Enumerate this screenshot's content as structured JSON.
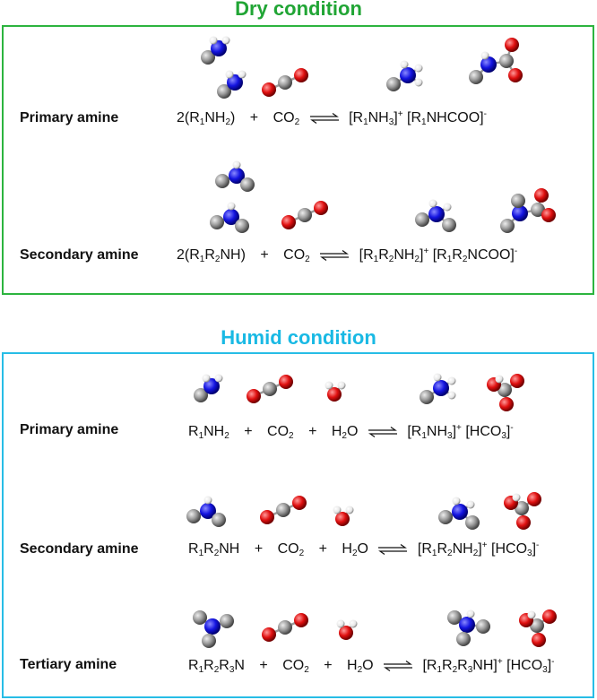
{
  "dry": {
    "title": "Dry condition",
    "primary": {
      "label": "Primary amine",
      "r_coef": "2(R",
      "r_s1": "1",
      "r_mid": "NH",
      "r_s2": "2",
      "r_end": ")",
      "plus1": "+",
      "co": "CO",
      "co_s": "2",
      "p1_a": "[R",
      "p1_s1": "1",
      "p1_b": "NH",
      "p1_s2": "3",
      "p1_c": "]",
      "p1_sup": "+",
      "p2_a": "[R",
      "p2_s1": "1",
      "p2_b": "NHCOO]",
      "p2_sup": "-"
    },
    "secondary": {
      "label": "Secondary amine",
      "r_a": "2(R",
      "r_s1": "1",
      "r_b": "R",
      "r_s2": "2",
      "r_c": "NH)",
      "plus1": "+",
      "co": "CO",
      "co_s": "2",
      "p1_a": "[R",
      "p1_s1": "1",
      "p1_b": "R",
      "p1_s2": "2",
      "p1_c": "NH",
      "p1_s3": "2",
      "p1_d": "]",
      "p1_sup": "+",
      "p2_a": "[R",
      "p2_s1": "1",
      "p2_b": "R",
      "p2_s2": "2",
      "p2_c": "NCOO]",
      "p2_sup": "-"
    }
  },
  "humid": {
    "title": "Humid condition",
    "primary": {
      "label": "Primary amine",
      "r_a": "R",
      "r_s1": "1",
      "r_b": "NH",
      "r_s2": "2",
      "plus1": "+",
      "co": "CO",
      "co_s": "2",
      "plus2": "+",
      "h": "H",
      "h_s": "2",
      "o": "O",
      "p1_a": "[R",
      "p1_s1": "1",
      "p1_b": "NH",
      "p1_s2": "3",
      "p1_c": "]",
      "p1_sup": "+",
      "p2_a": "[HCO",
      "p2_s": "3",
      "p2_b": "]",
      "p2_sup": "-"
    },
    "secondary": {
      "label": "Secondary amine",
      "r_a": "R",
      "r_s1": "1",
      "r_b": "R",
      "r_s2": "2",
      "r_c": "NH",
      "plus1": "+",
      "co": "CO",
      "co_s": "2",
      "plus2": "+",
      "h": "H",
      "h_s": "2",
      "o": "O",
      "p1_a": "[R",
      "p1_s1": "1",
      "p1_b": "R",
      "p1_s2": "2",
      "p1_c": "NH",
      "p1_s3": "2",
      "p1_d": "]",
      "p1_sup": "+",
      "p2_a": "[HCO",
      "p2_s": "3",
      "p2_b": "]",
      "p2_sup": "-"
    },
    "tertiary": {
      "label": "Tertiary amine",
      "r_a": "R",
      "r_s1": "1",
      "r_b": "R",
      "r_s2": "2",
      "r_c": "R",
      "r_s3": "3",
      "r_d": "N",
      "plus1": "+",
      "co": "CO",
      "co_s": "2",
      "plus2": "+",
      "h": "H",
      "h_s": "2",
      "o": "O",
      "p1_a": "[R",
      "p1_s1": "1",
      "p1_b": "R",
      "p1_s2": "2",
      "p1_c": "R",
      "p1_s3": "3",
      "p1_d": "NH]",
      "p1_sup": "+",
      "p2_a": "[HCO",
      "p2_s": "3",
      "p2_b": "]",
      "p2_sup": "-"
    }
  },
  "colors": {
    "dry": "#21a535",
    "humid": "#19b9e4",
    "carbon": "#8c8c8c",
    "nitrogen": "#1414e0",
    "oxygen": "#e01010",
    "hydrogen": "#ffffff"
  }
}
